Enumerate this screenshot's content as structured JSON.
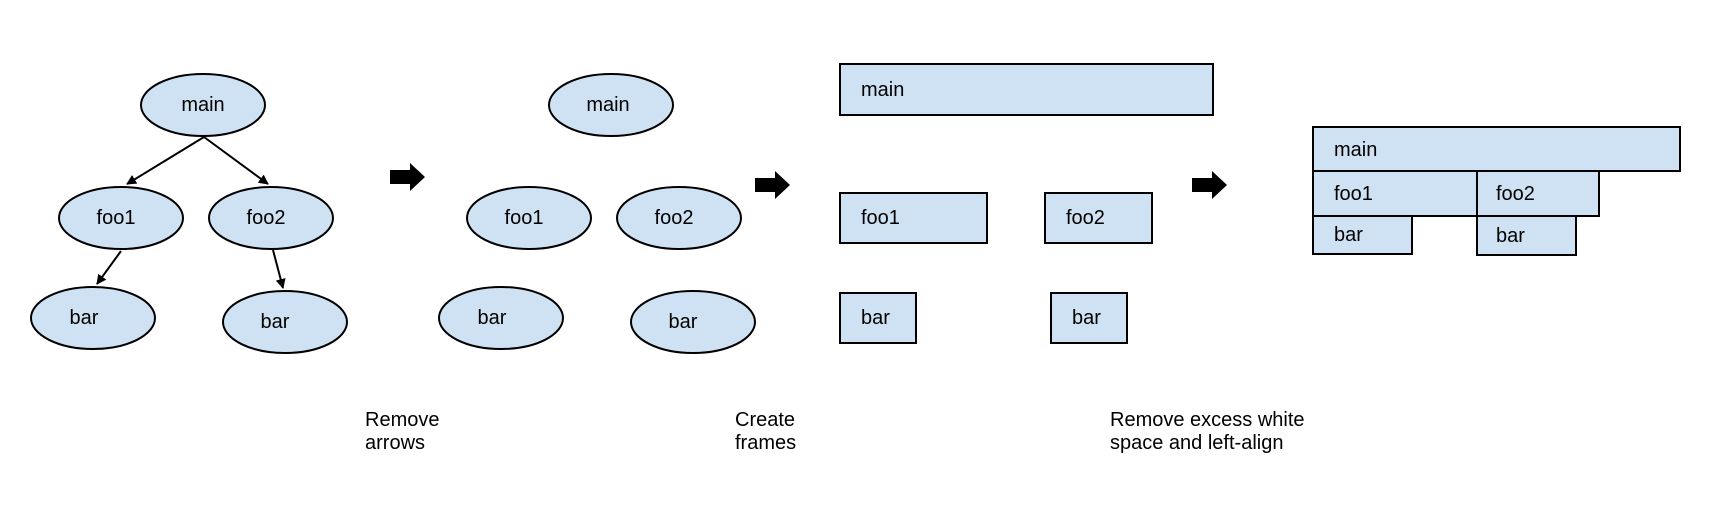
{
  "colors": {
    "node_fill": "#cfe2f3",
    "stroke": "#000000",
    "text": "#000000"
  },
  "stage1": {
    "main": "main",
    "foo1": "foo1",
    "foo2": "foo2",
    "bar_left": "bar",
    "bar_right": "bar"
  },
  "stage2": {
    "main": "main",
    "foo1": "foo1",
    "foo2": "foo2",
    "bar_left": "bar",
    "bar_right": "bar"
  },
  "stage3": {
    "main": "main",
    "foo1": "foo1",
    "foo2": "foo2",
    "bar_left": "bar",
    "bar_right": "bar"
  },
  "stage4": {
    "main": "main",
    "foo1": "foo1",
    "foo2": "foo2",
    "bar_left": "bar",
    "bar_right": "bar"
  },
  "captions": {
    "step1": [
      "Remove",
      "arrows"
    ],
    "step2": [
      "Create",
      "frames"
    ],
    "step3": [
      "Remove excess white",
      "space and left-align"
    ]
  },
  "icons": {
    "step_arrow": "right-block-arrow-icon"
  }
}
